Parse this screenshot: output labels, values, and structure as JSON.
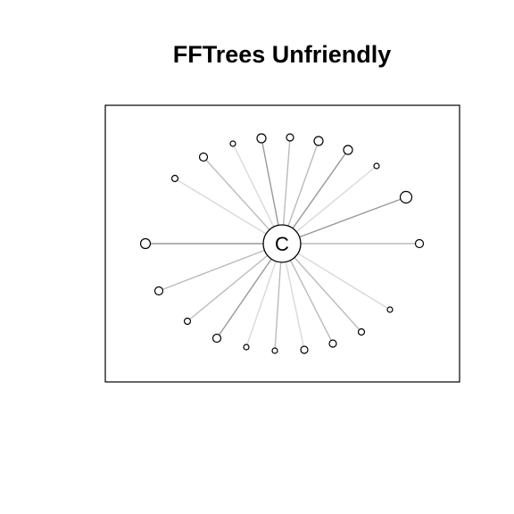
{
  "diagram": {
    "title": "FFTrees Unfriendly",
    "center_label": "C",
    "colors": {
      "stroke": "#000000",
      "edge_dark": "#999999",
      "edge_mid": "#bbbbbb",
      "edge_light": "#d9d9d9",
      "background": "#ffffff"
    },
    "leaf_count": 20
  }
}
